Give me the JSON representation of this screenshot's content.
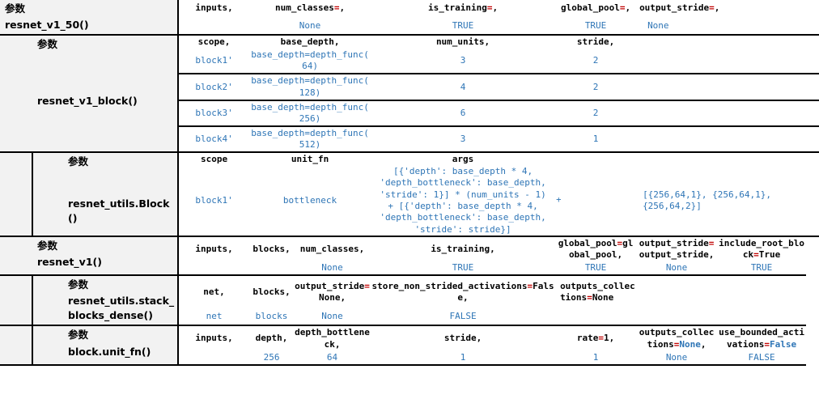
{
  "meta": {
    "param_label": "参数",
    "colors": {
      "value_blue": "#2E75B6",
      "eq_red": "#C00000",
      "label_bg": "#F2F2F2",
      "border": "#000000"
    }
  },
  "sections": [
    {
      "id": "resnet_v1_50",
      "label_cn": "参数",
      "label_fn": "resnet_v1_50()",
      "header": [
        "inputs,",
        "num_classes=,",
        "is_training=,",
        "global_pool=,",
        "output_stride=,"
      ],
      "values": [
        "",
        "None",
        "TRUE",
        "TRUE",
        "None"
      ]
    },
    {
      "id": "resnet_v1_block",
      "label_cn": "参数",
      "label_fn": "resnet_v1_block()",
      "header": [
        "scope,",
        "base_depth,",
        "num_units,",
        "stride,"
      ],
      "rows": [
        {
          "scope": "block1'",
          "base_depth": "base_depth=depth_func(64)",
          "num_units": "3",
          "stride": "2"
        },
        {
          "scope": "block2'",
          "base_depth": "base_depth=depth_func(128)",
          "num_units": "4",
          "stride": "2"
        },
        {
          "scope": "block3'",
          "base_depth": "base_depth=depth_func(256)",
          "num_units": "6",
          "stride": "2"
        },
        {
          "scope": "block4'",
          "base_depth": "base_depth=depth_func(512)",
          "num_units": "3",
          "stride": "1"
        }
      ]
    },
    {
      "id": "resnet_utils_block",
      "label_cn": "参数",
      "label_fn": "resnet_utils.Block()",
      "header": [
        "scope",
        "unit_fn",
        "args",
        ""
      ],
      "row": {
        "scope": "block1'",
        "unit_fn": "bottleneck",
        "args": "[{'depth': base_depth * 4, 'depth_bottleneck': base_depth, 'stride': 1}] * (num_units - 1) + [{'depth': base_depth * 4, 'depth_bottleneck': base_depth, 'stride': stride}]",
        "args_plus": "+",
        "expanded": "[{256,64,1}, {256,64,1}, {256,64,2}]"
      }
    },
    {
      "id": "resnet_v1",
      "label_cn": "参数",
      "label_fn": "resnet_v1()",
      "header": [
        "inputs,",
        "blocks,",
        "num_classes,",
        "is_training,",
        "global_pool=global_pool,",
        "output_stride=output_stride,",
        "include_root_block=True"
      ],
      "values": [
        "",
        "",
        "None",
        "TRUE",
        "TRUE",
        "None",
        "TRUE"
      ]
    },
    {
      "id": "stack_blocks_dense",
      "label_cn": "参数",
      "label_fn": "resnet_utils.stack_blocks_dense()",
      "header": [
        "net,",
        "blocks,",
        "output_stride=None,",
        "store_non_strided_activations=False,",
        "outputs_collections=None"
      ],
      "values": [
        "net",
        "blocks",
        "None",
        "FALSE",
        ""
      ]
    },
    {
      "id": "block_unit_fn",
      "label_cn": "参数",
      "label_fn": "block.unit_fn()",
      "header": [
        "inputs,",
        "depth,",
        "depth_bottleneck,",
        "stride,",
        "rate=1,",
        "outputs_collections=None,",
        "use_bounded_activations=False"
      ],
      "values": [
        "",
        "256",
        "64",
        "1",
        "1",
        "None",
        "FALSE"
      ]
    }
  ]
}
